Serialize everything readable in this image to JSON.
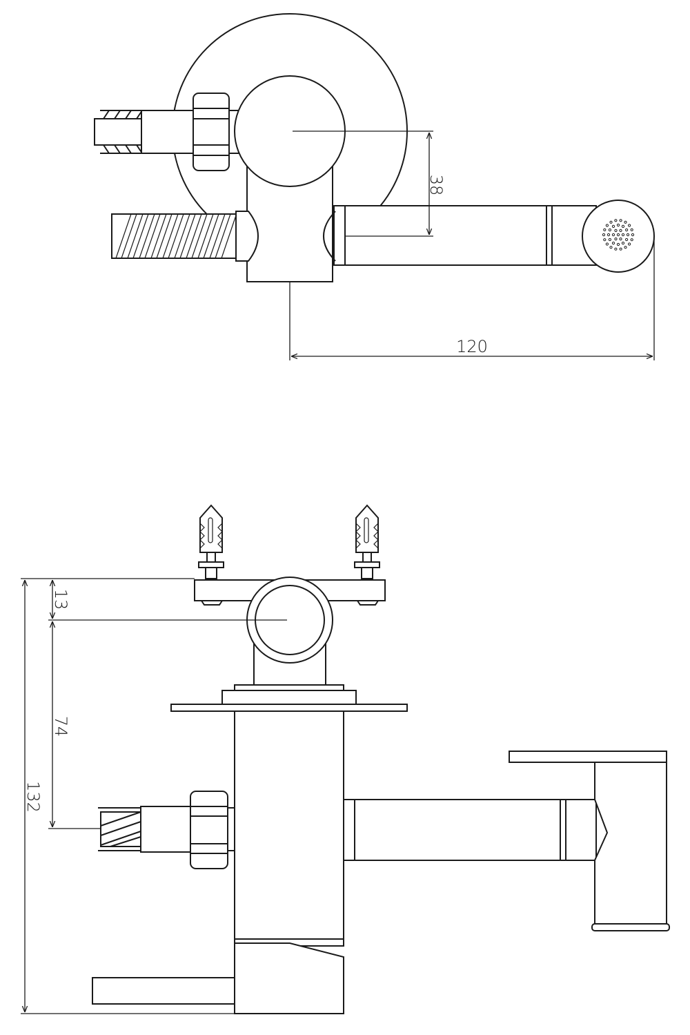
{
  "top_view": {
    "dimensions": [
      {
        "id": "offset",
        "label": "38"
      },
      {
        "id": "length",
        "label": "120"
      }
    ]
  },
  "side_view": {
    "dimensions": [
      {
        "id": "bracket",
        "label": "13"
      },
      {
        "id": "inlet",
        "label": "74"
      },
      {
        "id": "height",
        "label": "132"
      }
    ]
  }
}
